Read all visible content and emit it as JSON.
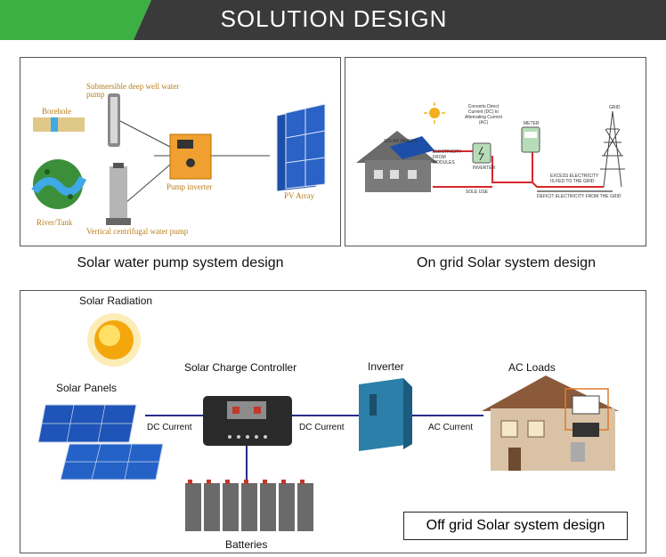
{
  "header": {
    "title": "SOLUTION DESIGN",
    "colors": {
      "green": "#3cb043",
      "dark": "#3a3a3a"
    }
  },
  "pump_panel": {
    "caption": "Solar water pump system design",
    "labels": {
      "submersible": "Submersible deep well water pump",
      "borehole": "Borehole",
      "river": "River/Tank",
      "vertical": "Vertical centrifugal water pump",
      "inverter": "Pump inverter",
      "pv": "PV Array"
    }
  },
  "ongrid_panel": {
    "caption": "On grid Solar system design",
    "labels": {
      "solar_panels": "SOLAR PANELS",
      "converts": "Converts Direct Current (DC) to Alternating Current (AC)",
      "electricity_from": "ELECTRICITY FROM MODULES",
      "inverter": "INVERTER",
      "meter": "METER",
      "grid": "GRID",
      "excess": "EXCESS ELECTRICITY IS FED TO THE GRID",
      "self_use": "SOLE USE",
      "deficit": "DEFICIT ELECTRICITY FROM THE GRID"
    }
  },
  "offgrid_panel": {
    "caption": "Off grid Solar system design",
    "labels": {
      "radiation": "Solar Radiation",
      "panels": "Solar Panels",
      "controller": "Solar Charge Controller",
      "inverter": "Inverter",
      "ac_loads": "AC Loads",
      "dc1": "DC Current",
      "dc2": "DC Current",
      "ac": "AC Current",
      "batteries": "Batteries"
    }
  }
}
